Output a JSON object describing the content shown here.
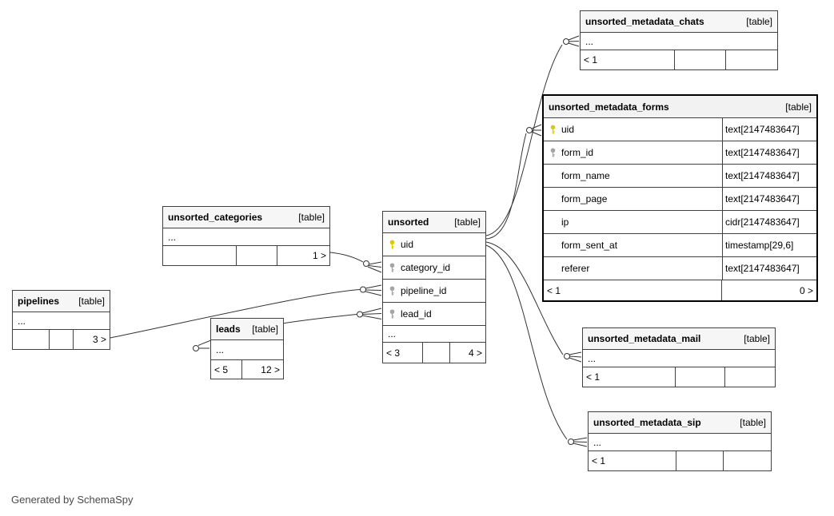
{
  "note": "Generated by SchemaSpy",
  "colors": {
    "primary_key": "#ddca00",
    "foreign_key": "#a4a4a4",
    "edge": "#333333",
    "table_border": "#404040",
    "focal_table_border": "#000000"
  },
  "tables": {
    "pipelines": {
      "name": "pipelines",
      "tag": "[table]",
      "ellipsis": "...",
      "footer": [
        "",
        "",
        "3 >"
      ]
    },
    "unsorted_categories": {
      "name": "unsorted_categories",
      "tag": "[table]",
      "ellipsis": "...",
      "footer": [
        "",
        "",
        "1 >"
      ]
    },
    "leads": {
      "name": "leads",
      "tag": "[table]",
      "ellipsis": "...",
      "footer": [
        "< 5",
        "12 >"
      ]
    },
    "unsorted": {
      "name": "unsorted",
      "tag": "[table]",
      "ellipsis": "...",
      "columns": [
        {
          "name": "uid",
          "key": "primary"
        },
        {
          "name": "category_id",
          "key": "foreign"
        },
        {
          "name": "pipeline_id",
          "key": "foreign"
        },
        {
          "name": "lead_id",
          "key": "foreign"
        }
      ],
      "footer": [
        "< 3",
        "",
        "4 >"
      ]
    },
    "unsorted_metadata_chats": {
      "name": "unsorted_metadata_chats",
      "tag": "[table]",
      "ellipsis": "...",
      "footer": [
        "< 1",
        "",
        ""
      ]
    },
    "unsorted_metadata_forms": {
      "name": "unsorted_metadata_forms",
      "tag": "[table]",
      "columns": [
        {
          "name": "uid",
          "type": "text[2147483647]",
          "key": "primary"
        },
        {
          "name": "form_id",
          "type": "text[2147483647]",
          "key": "foreign"
        },
        {
          "name": "form_name",
          "type": "text[2147483647]",
          "key": "none"
        },
        {
          "name": "form_page",
          "type": "text[2147483647]",
          "key": "none"
        },
        {
          "name": "ip",
          "type": "cidr[2147483647]",
          "key": "none"
        },
        {
          "name": "form_sent_at",
          "type": "timestamp[29,6]",
          "key": "none"
        },
        {
          "name": "referer",
          "type": "text[2147483647]",
          "key": "none"
        }
      ],
      "footer": [
        "< 1",
        "0 >"
      ]
    },
    "unsorted_metadata_mail": {
      "name": "unsorted_metadata_mail",
      "tag": "[table]",
      "ellipsis": "...",
      "footer": [
        "< 1",
        "",
        ""
      ]
    },
    "unsorted_metadata_sip": {
      "name": "unsorted_metadata_sip",
      "tag": "[table]",
      "ellipsis": "...",
      "footer": [
        "< 1",
        "",
        ""
      ]
    }
  }
}
